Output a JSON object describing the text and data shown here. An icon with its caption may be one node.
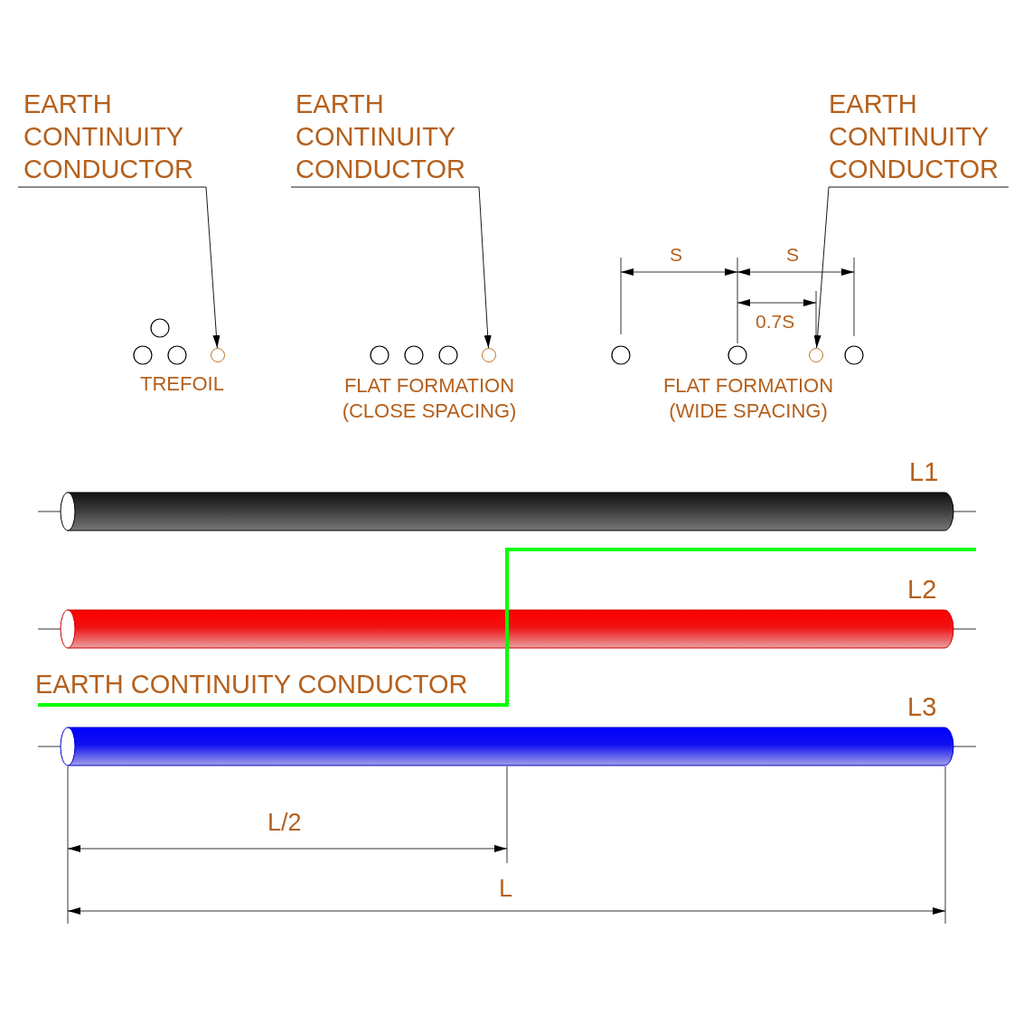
{
  "diagram": {
    "nodes": [
      {
        "text": [
          "EARTH CONTINUITY CONDUCTOR"
        ]
      },
      {
        "text": [
          "EARTH CONTINUITY CONDUCTOR"
        ]
      },
      {
        "text": [
          "EARTH CONTINUITY CONDUCTOR"
        ]
      },
      {
        "text": [],
        "shape": "circle"
      },
      {
        "text": [],
        "shape": "circle"
      },
      {
        "text": [],
        "shape": "circle"
      }
    ],
    "edges": [
      {
        "from": 0,
        "to": 3,
        "arrow": "to"
      },
      {
        "from": 1,
        "to": 4,
        "arrow": "to"
      },
      {
        "from": 2,
        "to": 5,
        "arrow": "to"
      }
    ],
    "labels": [
      "S",
      "S",
      "0.7S",
      "TREFOIL",
      "FLAT FORMATION (CLOSE SPACING)",
      "FLAT FORMATION (WIDE SPACING)",
      "L1",
      "L2",
      "EARTH CONTINUITY CONDUCTOR",
      "L3",
      "L/2",
      "L"
    ]
  }
}
